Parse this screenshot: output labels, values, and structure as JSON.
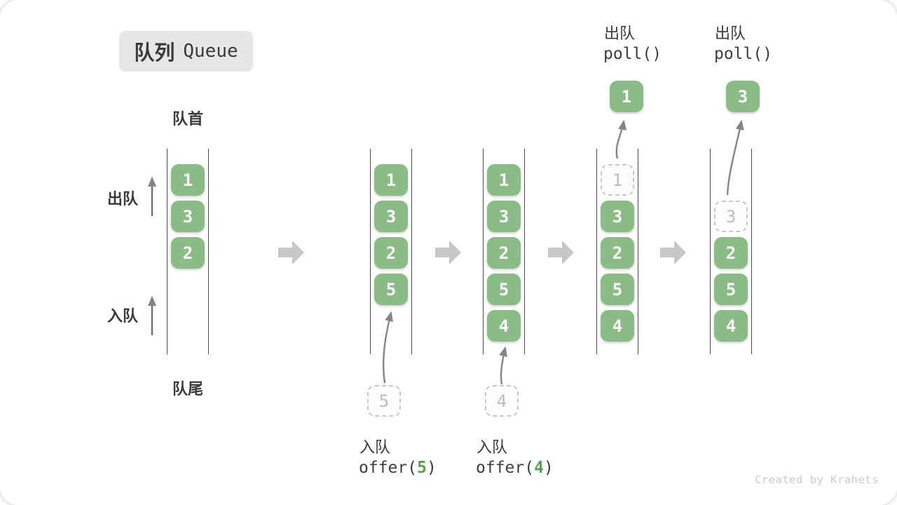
{
  "badge": {
    "title_zh": "队列",
    "title_en": "Queue"
  },
  "side_labels": {
    "front": "队首",
    "rear": "队尾",
    "dequeue": "出队",
    "enqueue": "入队"
  },
  "states": [
    {
      "cells": [
        "1",
        "3",
        "2"
      ]
    },
    {
      "cells": [
        "1",
        "3",
        "2",
        "5"
      ],
      "incoming": "5"
    },
    {
      "cells": [
        "1",
        "3",
        "2",
        "5",
        "4"
      ],
      "incoming": "4"
    },
    {
      "ghost": "1",
      "cells": [
        "3",
        "2",
        "5",
        "4"
      ],
      "result": "1"
    },
    {
      "ghost": "3",
      "cells": [
        "2",
        "5",
        "4"
      ],
      "result": "3"
    }
  ],
  "operations": {
    "offer5": {
      "label": "入队",
      "fn_open": "offer(",
      "arg": "5",
      "fn_close": ")"
    },
    "offer4": {
      "label": "入队",
      "fn_open": "offer(",
      "arg": "4",
      "fn_close": ")"
    },
    "poll_first": {
      "label": "出队",
      "code": "poll()"
    },
    "poll_second": {
      "label": "出队",
      "code": "poll()"
    }
  },
  "credit": "Created by Krahets",
  "colors": {
    "cell_green": "#8cbc86",
    "arg_green": "#5aa050",
    "ghost_border": "#c8c8c8",
    "ghost_text": "#bdbdbd",
    "block_arrow_gray": "#c7c7c7",
    "thin_arrow_gray": "#858585",
    "rail_gray": "#4a4a4a",
    "badge_bg": "#e7e7e7",
    "text_dark": "#3a3a3a",
    "credit_gray": "#cbcbcb"
  }
}
